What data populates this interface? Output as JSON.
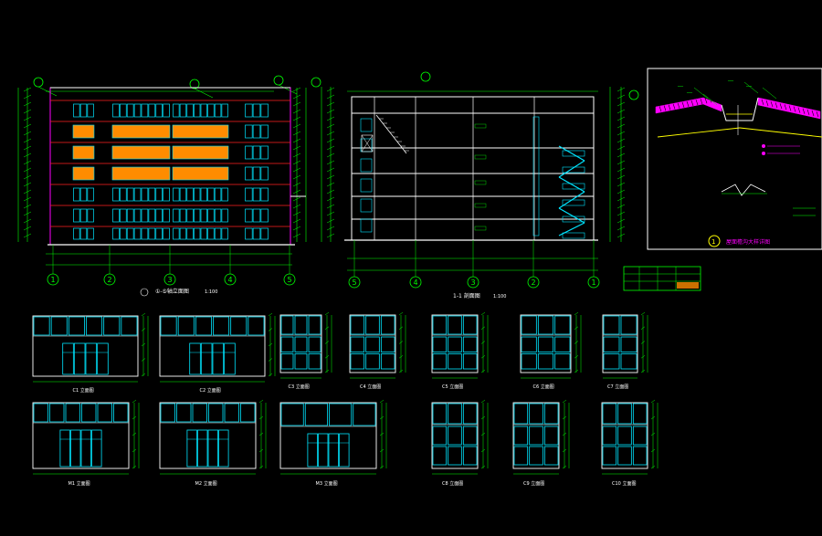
{
  "colors": {
    "background": "#000000",
    "dim_lines": "#00ff00",
    "building_outline": "#ffffff",
    "windows": "#00e5ff",
    "floor_lines": "#ff2020",
    "wall_face": "#ff00ff",
    "brick_fill": "#ff8c00",
    "roof_fill": "#ff00ff",
    "detail_yellow": "#ffff00"
  },
  "elevation": {
    "grid_labels": [
      "1",
      "2",
      "3",
      "4",
      "5"
    ],
    "caption": "①-⑤轴立面图",
    "scale": "1:100"
  },
  "section": {
    "grid_labels": [
      "5",
      "4",
      "3",
      "2",
      "1"
    ],
    "caption": "1-1 剖面图",
    "scale": "1:100"
  },
  "roof_detail": {
    "marker": "1",
    "caption": "屋面檐沟大样详图"
  },
  "window_details": {
    "row1": [
      {
        "code": "C1",
        "caption": "C1 立面图"
      },
      {
        "code": "C2",
        "caption": "C2 立面图"
      },
      {
        "code": "C3",
        "caption": "C3 立面图"
      },
      {
        "code": "C4",
        "caption": "C4 立面图"
      },
      {
        "code": "C5",
        "caption": "C5 立面图"
      },
      {
        "code": "C6",
        "caption": "C6 立面图"
      },
      {
        "code": "C7",
        "caption": "C7 立面图"
      }
    ],
    "row2": [
      {
        "code": "M1",
        "caption": "M1 立面图"
      },
      {
        "code": "M2",
        "caption": "M2 立面图"
      },
      {
        "code": "M3",
        "caption": "M3 立面图"
      },
      {
        "code": "C8",
        "caption": "C8 立面图"
      },
      {
        "code": "C9",
        "caption": "C9 立面图"
      },
      {
        "code": "C10",
        "caption": "C10 立面图"
      }
    ]
  }
}
